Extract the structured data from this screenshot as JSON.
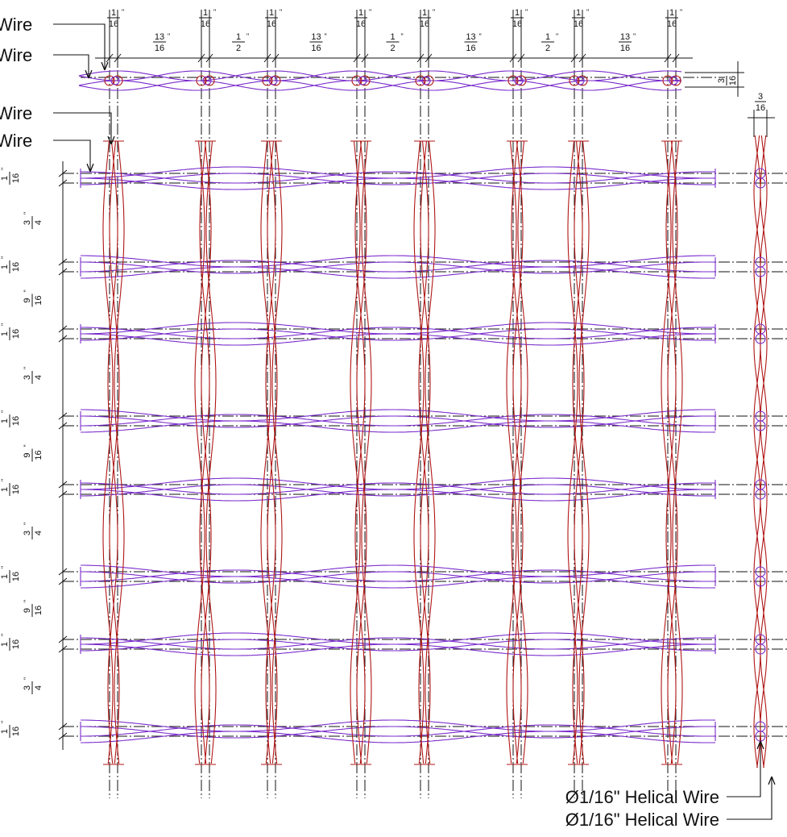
{
  "callouts": {
    "top_left": [
      "Wire",
      "Wire",
      "Wire",
      "Wire"
    ],
    "bottom_right": [
      "Ø1/16\" Helical Wire",
      "Ø1/16\" Helical Wire"
    ]
  },
  "dimensions": {
    "horizontal": [
      {
        "num": "1",
        "den": "16",
        "mark": "\""
      },
      {
        "num": "13",
        "den": "16",
        "mark": "\""
      },
      {
        "num": "1",
        "den": "16",
        "mark": "\""
      },
      {
        "num": "1",
        "den": "2",
        "mark": "\""
      },
      {
        "num": "1",
        "den": "16",
        "mark": "\""
      },
      {
        "num": "13",
        "den": "16",
        "mark": "\""
      },
      {
        "num": "1",
        "den": "16",
        "mark": "\""
      },
      {
        "num": "1",
        "den": "2",
        "mark": "\""
      },
      {
        "num": "1",
        "den": "16",
        "mark": "\""
      },
      {
        "num": "13",
        "den": "16",
        "mark": "\""
      },
      {
        "num": "1",
        "den": "16",
        "mark": "\""
      },
      {
        "num": "1",
        "den": "2",
        "mark": "\""
      },
      {
        "num": "1",
        "den": "16",
        "mark": "\""
      },
      {
        "num": "13",
        "den": "16",
        "mark": "\""
      },
      {
        "num": "1",
        "den": "16",
        "mark": "\""
      }
    ],
    "vertical": [
      {
        "num": "1",
        "den": "16",
        "mark": "\""
      },
      {
        "num": "3",
        "den": "4",
        "mark": "\""
      },
      {
        "num": "1",
        "den": "16",
        "mark": "\""
      },
      {
        "num": "9",
        "den": "16",
        "mark": "\""
      },
      {
        "num": "1",
        "den": "16",
        "mark": "\""
      },
      {
        "num": "3",
        "den": "4",
        "mark": "\""
      },
      {
        "num": "1",
        "den": "16",
        "mark": "\""
      },
      {
        "num": "9",
        "den": "16",
        "mark": "\""
      },
      {
        "num": "1",
        "den": "16",
        "mark": "\""
      },
      {
        "num": "3",
        "den": "4",
        "mark": "\""
      },
      {
        "num": "1",
        "den": "16",
        "mark": "\""
      },
      {
        "num": "9",
        "den": "16",
        "mark": "\""
      },
      {
        "num": "1",
        "den": "16",
        "mark": "\""
      },
      {
        "num": "3",
        "den": "4",
        "mark": "\""
      },
      {
        "num": "1",
        "den": "16",
        "mark": "\""
      }
    ],
    "side_view_height": {
      "num": "3",
      "den": "16",
      "mark": "\""
    },
    "side_view_width": {
      "num": "3",
      "den": "16",
      "mark": "\""
    }
  },
  "colors": {
    "horizontal_wire": "#7a2ccc",
    "vertical_wire": "#b01515",
    "centerline": "#111111",
    "dimension": "#111111"
  }
}
